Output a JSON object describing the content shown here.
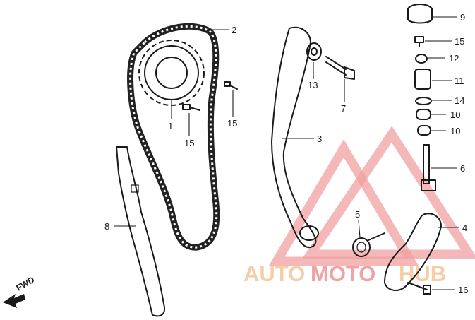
{
  "diagram": {
    "labels": [
      {
        "id": "1",
        "text": "1"
      },
      {
        "id": "2",
        "text": "2"
      },
      {
        "id": "3",
        "text": "3"
      },
      {
        "id": "4",
        "text": "4"
      },
      {
        "id": "5",
        "text": "5"
      },
      {
        "id": "6",
        "text": "6"
      },
      {
        "id": "7",
        "text": "7"
      },
      {
        "id": "8",
        "text": "8"
      },
      {
        "id": "9",
        "text": "9"
      },
      {
        "id": "10a",
        "text": "10"
      },
      {
        "id": "10b",
        "text": "10"
      },
      {
        "id": "11",
        "text": "11"
      },
      {
        "id": "12",
        "text": "12"
      },
      {
        "id": "13",
        "text": "13"
      },
      {
        "id": "14",
        "text": "14"
      },
      {
        "id": "15a",
        "text": "15"
      },
      {
        "id": "15b",
        "text": "15"
      },
      {
        "id": "15c",
        "text": "15"
      },
      {
        "id": "16",
        "text": "16"
      }
    ],
    "direction_marker": "FWD"
  },
  "watermark": {
    "part1": "AUTO",
    "part2": "MOTO",
    "part3": "HUB",
    "colors": {
      "triangle": "#f0a0a0",
      "auto": "#f2c9a0",
      "moto": "#ef9a9a"
    }
  }
}
